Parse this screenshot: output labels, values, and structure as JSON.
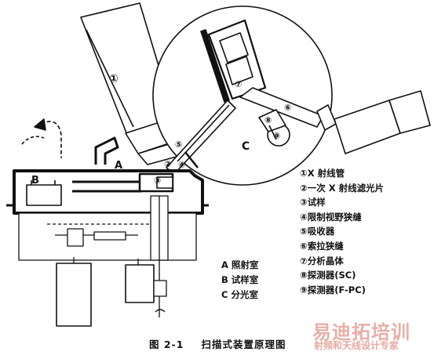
{
  "caption": {
    "figure_no": "图 2-1",
    "title": "扫描式装置原理图"
  },
  "legend": [
    "①X 射线管",
    "②一次 X 射线滤光片",
    "③试样",
    "④限制视野狭缝",
    "⑤吸收器",
    "⑥索拉狭缝",
    "⑦分析晶体",
    "⑧探测器(SC)",
    "⑨探测器(F-PC)"
  ],
  "rooms": [
    "A 照射室",
    "B 试样室",
    "C 分光室"
  ],
  "diagram_labels": {
    "tube": "①",
    "filter": "②",
    "sample": "③",
    "slit": "④",
    "absorber": "⑤",
    "soller": "⑥",
    "crystal": "⑦",
    "det_sc": "⑧",
    "det_fpc": "⑨",
    "room_a": "A",
    "room_b": "B",
    "room_c": "C"
  },
  "watermark": {
    "line1": "易迪拓培训",
    "line2": "射频和天线设计专家"
  },
  "colors": {
    "ink": "#111111",
    "watermark": "#e3a29a"
  }
}
